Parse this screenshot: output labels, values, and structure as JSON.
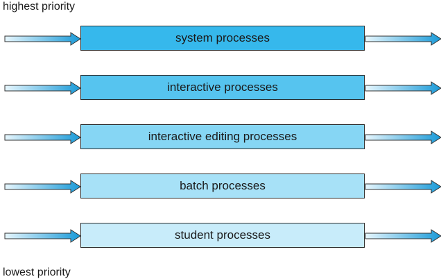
{
  "labels": {
    "top": "highest priority",
    "bottom": "lowest priority"
  },
  "queues": [
    {
      "label": "system processes",
      "color": "#36b8ec"
    },
    {
      "label": "interactive processes",
      "color": "#56c4ef"
    },
    {
      "label": "interactive editing processes",
      "color": "#86d6f4"
    },
    {
      "label": "batch processes",
      "color": "#a7e1f7"
    },
    {
      "label": "student processes",
      "color": "#c8ecfa"
    }
  ],
  "arrow_colors": {
    "light": "#e6f6fd",
    "dark": "#1a9ad8"
  }
}
